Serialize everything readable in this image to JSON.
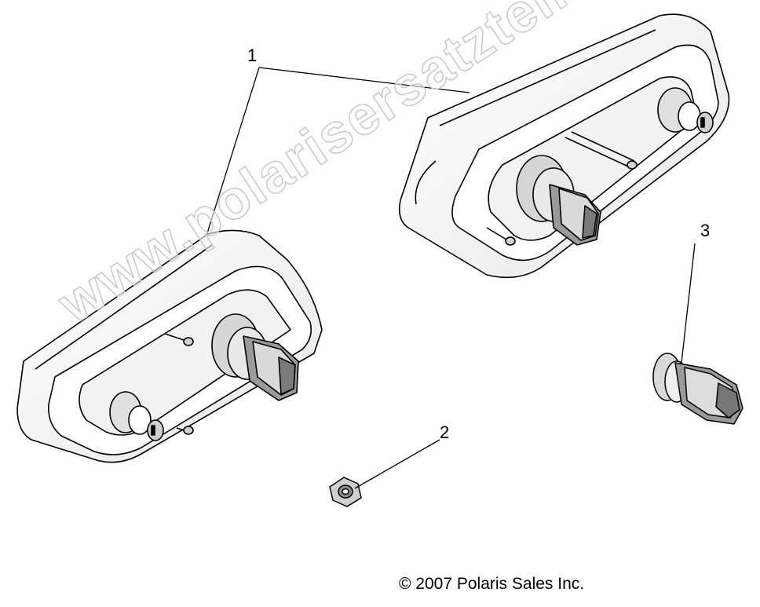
{
  "callouts": {
    "item_1": "1",
    "item_2": "2",
    "item_3": "3"
  },
  "copyright": "© 2007 Polaris Sales Inc.",
  "watermark": "www.polarisersatzteile.de",
  "colors": {
    "line": "#000000",
    "fill": "#ffffff",
    "shade": "#d9d9d9",
    "dark": "#9a9a9a",
    "watermark_stroke": "#c8c8c8"
  }
}
